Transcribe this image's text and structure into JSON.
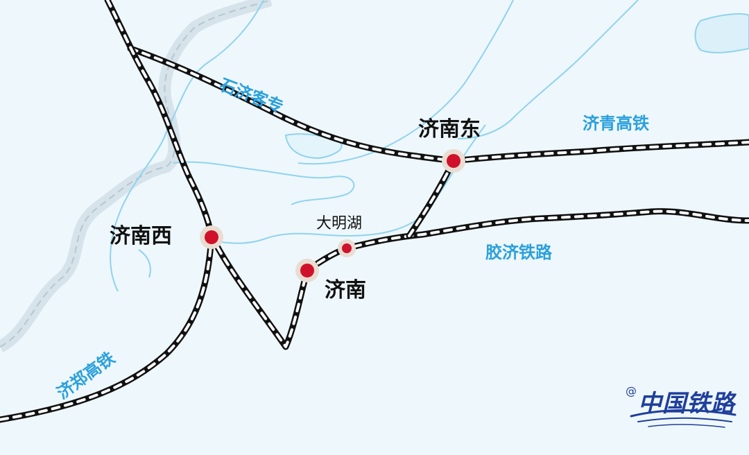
{
  "stations": {
    "jinan_east": "济南东",
    "jinan_west": "济南西",
    "daminghu": "大明湖",
    "jinan": "济南"
  },
  "lines": {
    "shiji": "石济客专",
    "jiqing": "济青高铁",
    "jiaoji": "胶济铁路",
    "jizheng": "济郑高铁"
  },
  "brand": {
    "text": "中国铁路",
    "mark": "@"
  },
  "colors": {
    "background": "#eef7fc",
    "river": "#8fd3ee",
    "district": "#cfe0ea",
    "rail_outer": "#111111",
    "rail_dash": "#ffffff",
    "station_fill": "#d0112b",
    "station_ring": "#e9ddd2",
    "line_label": "#2aa0dc",
    "brand": "#1f3f9c"
  }
}
